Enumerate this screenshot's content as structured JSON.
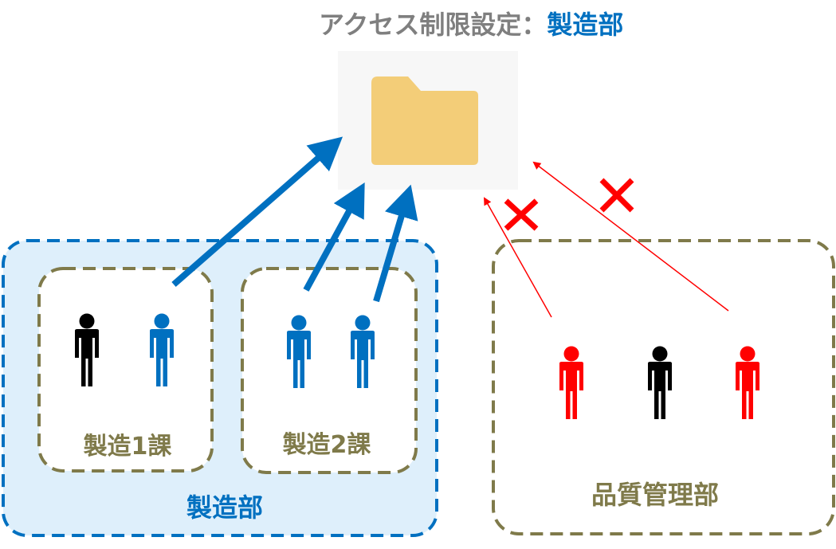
{
  "title": {
    "main": "アクセス制限設定：",
    "target": "製造部"
  },
  "colors": {
    "title_gray": "#7f7f7f",
    "blue": "#0070c0",
    "red": "#ff0000",
    "black": "#000000",
    "olive": "#7f7a4a",
    "dept_fill": "#deeffb",
    "folder_bg": "#f7f7f7",
    "folder": "#f3cd78"
  },
  "folder": {
    "icon": "folder-icon"
  },
  "departments": {
    "manufacturing": {
      "label": "製造部",
      "sections": [
        {
          "label": "製造1課",
          "members": [
            "black",
            "blue"
          ]
        },
        {
          "label": "製造2課",
          "members": [
            "blue",
            "blue"
          ]
        }
      ]
    },
    "quality": {
      "label": "品質管理部",
      "members": [
        "red",
        "black",
        "red"
      ]
    }
  },
  "access": {
    "allowed_arrows": 3,
    "denied_arrows": 2,
    "denied_mark": "cross-mark-icon"
  }
}
